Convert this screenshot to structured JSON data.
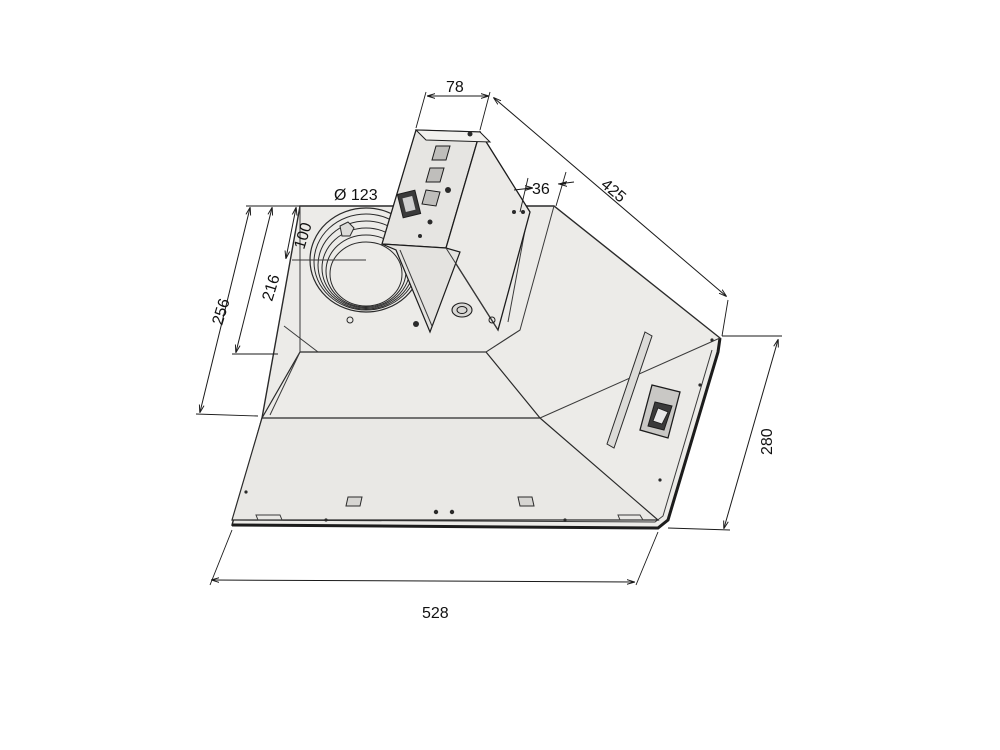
{
  "drawing": {
    "dimensions": {
      "width_total": "528",
      "depth_side": "280",
      "height_front": "256",
      "height_inner": "216",
      "offset_top": "100",
      "duct_diameter": "Ø 123",
      "motor_width": "78",
      "length_top": "425",
      "flange": "36"
    },
    "colors": {
      "body_fill": "#ecebe8",
      "line": "#2a2a2a",
      "dark_edge": "#1c1c1c",
      "background": "#ffffff"
    }
  }
}
